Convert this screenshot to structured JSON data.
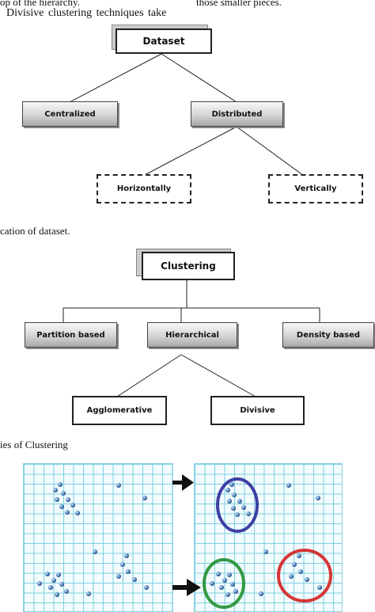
{
  "text": {
    "top_left": "op of the hierarchy.",
    "top_right": "those smaller pieces.",
    "divisive_line": "Divisive  clustering  techniques  take",
    "caption1": "cation of dataset.",
    "caption2": "ies of Clustering"
  },
  "dataset_tree": {
    "root": "Dataset",
    "level1": [
      "Centralized",
      "Distributed"
    ],
    "level2": [
      "Horizontally",
      "Vertically"
    ]
  },
  "clustering_tree": {
    "root": "Clustering",
    "level1": [
      "Partition based",
      "Hierarchical",
      "Density based"
    ],
    "level2": [
      "Agglomerative",
      "Divisive"
    ]
  },
  "figure": {
    "grid_color": "#7fcfe0",
    "cluster_colors": [
      "#2b2b9a",
      "#1f8f2f",
      "#d42020"
    ],
    "arrow_icon": "right-arrow-icon"
  }
}
